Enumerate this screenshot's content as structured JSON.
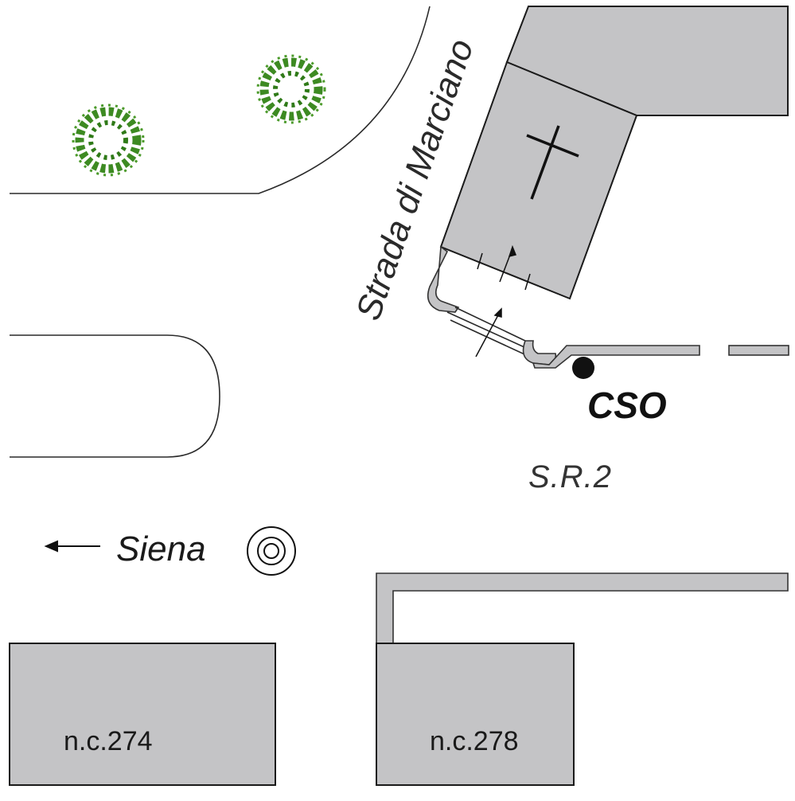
{
  "map": {
    "road_name": "Strada di Marciano",
    "state_road": "S.R.2",
    "direction": {
      "label": "Siena",
      "arrow": "left-arrow"
    },
    "cso_point": {
      "label": "CSO",
      "marker": "filled-circle"
    },
    "buildings": [
      {
        "id": "church",
        "symbol": "cross-icon"
      },
      {
        "id": "nc274",
        "label": "n.c.274"
      },
      {
        "id": "nc278",
        "label": "n.c.278"
      }
    ],
    "trees": [
      "tree-icon",
      "tree-icon"
    ],
    "colors": {
      "building_fill": "#c4c4c6",
      "outline": "#1a1a1a",
      "tree_green": "#3d8a22"
    }
  }
}
